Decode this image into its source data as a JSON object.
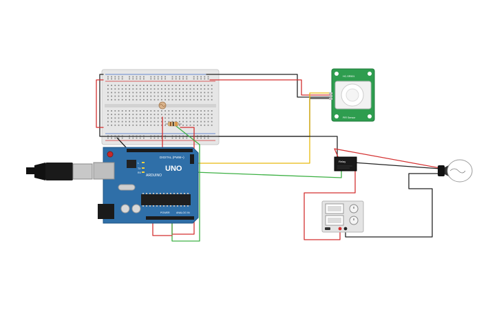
{
  "arduino": {
    "brand": "ARDUINO",
    "model": "UNO",
    "header_digital": "DIGITAL (PWM~)",
    "header_power": "POWER",
    "header_analog": "ANALOG IN",
    "led_tx": "TX",
    "led_rx": "RX",
    "led_l": "L"
  },
  "pir_sensor": {
    "top_label": "HC-SR501",
    "bottom_label": "PIR Sensor"
  },
  "relay": {
    "label": "Relay"
  },
  "colors": {
    "board_blue": "#2f6fa8",
    "wire_red": "#d32f2f",
    "wire_black": "#222222",
    "wire_green": "#3cb043",
    "wire_yellow": "#e8b90c",
    "pir_green": "#2e9d4f",
    "breadboard": "#e8e8e8"
  }
}
